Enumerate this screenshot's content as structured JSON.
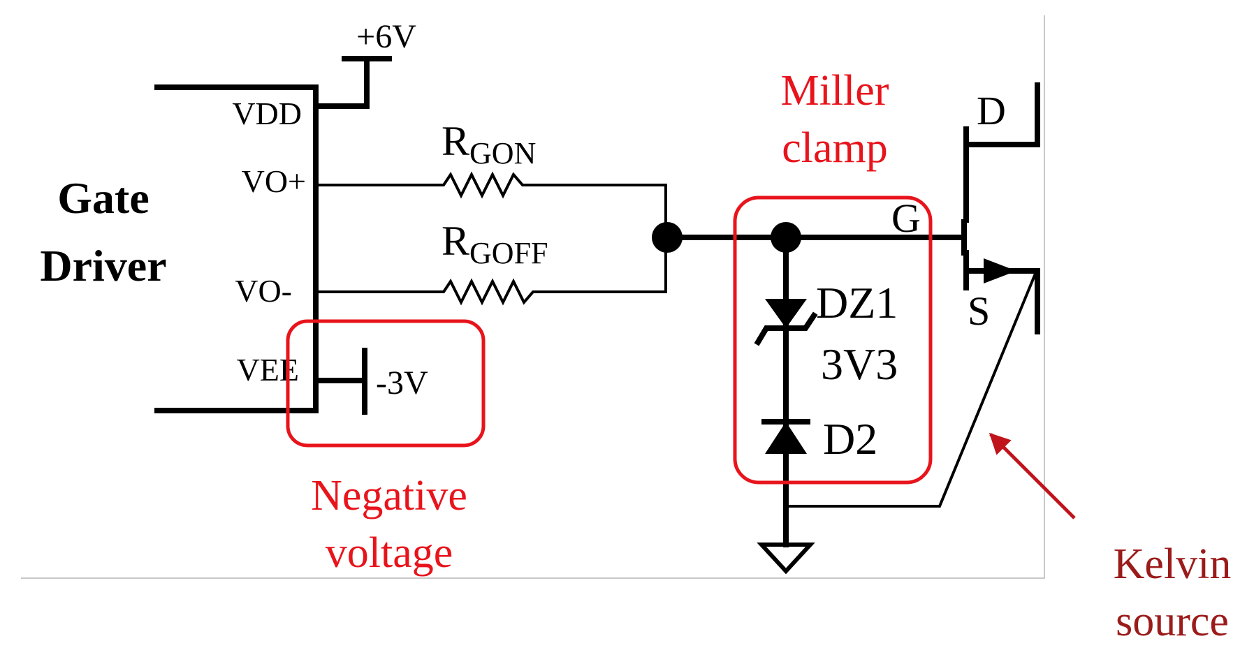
{
  "colors": {
    "wire": "#000000",
    "highlight": "#e8141c",
    "kelvin": "#9b1b1b",
    "frame": "#c8c8c8"
  },
  "driver": {
    "title_line1": "Gate",
    "title_line2": "Driver",
    "pins": {
      "vdd": "VDD",
      "vo_plus": "VO+",
      "vo_minus": "VO-",
      "vee": "VEE"
    }
  },
  "supplies": {
    "positive": "+6V",
    "negative": "-3V"
  },
  "resistors": {
    "gon": {
      "main": "R",
      "sub": "GON"
    },
    "goff": {
      "main": "R",
      "sub": "GOFF"
    }
  },
  "clamp": {
    "title_line1": "Miller",
    "title_line2": "clamp",
    "zener_name": "DZ1",
    "zener_value": "3V3",
    "diode_name": "D2"
  },
  "mosfet": {
    "drain": "D",
    "gate": "G",
    "source": "S"
  },
  "annotations": {
    "negative_line1": "Negative",
    "negative_line2": "voltage",
    "kelvin_line1": "Kelvin",
    "kelvin_line2": "source"
  }
}
